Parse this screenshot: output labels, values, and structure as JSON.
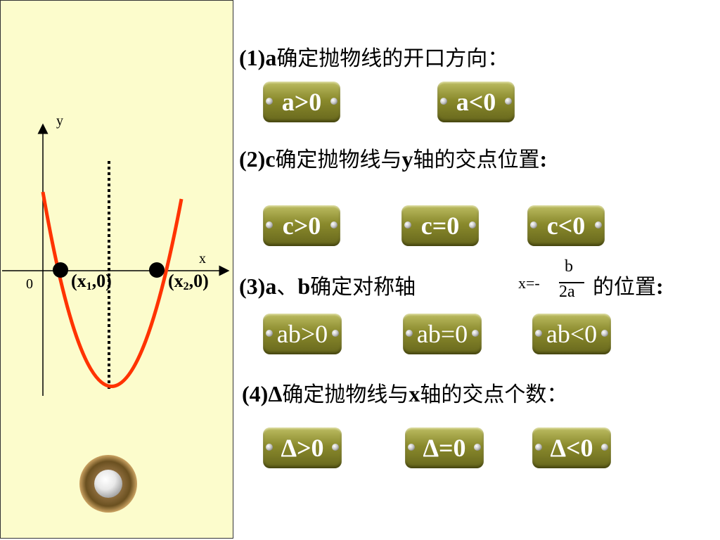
{
  "graph": {
    "y_axis_label": "y",
    "x_axis_label": "x",
    "origin_label": "0",
    "point1": {
      "open": "(x",
      "sub": "1",
      "close": ",0)"
    },
    "point2": {
      "open": "(x",
      "sub": "2",
      "close": ",0)"
    }
  },
  "sections": [
    {
      "heading_num": "(1)",
      "heading_var": "a",
      "heading_text": "确定抛物线的开口方向：",
      "buttons": [
        "a>0",
        "a<0"
      ]
    },
    {
      "heading_num": "(2)",
      "heading_var": "c",
      "heading_text": "确定抛物线与",
      "heading_var2": "y",
      "heading_text2": "轴的交点位置",
      "heading_end": ":",
      "buttons": [
        "c>0",
        "c=0",
        "c<0"
      ]
    },
    {
      "heading_num": "(3)",
      "heading_var": "a",
      "heading_sep": "、",
      "heading_var2": "b",
      "heading_text": "确定对称轴",
      "heading_text2": "的位置",
      "heading_end": ":",
      "buttons": [
        "ab>0",
        "ab=0",
        "ab<0"
      ]
    },
    {
      "heading_num": "(4)",
      "heading_var": "Δ",
      "heading_text": "确定抛物线与",
      "heading_var2": "x",
      "heading_text2": "轴的交点个数：",
      "buttons": [
        "Δ>0",
        "Δ=0",
        "Δ<0"
      ]
    }
  ],
  "formula": {
    "lhs": "x=-",
    "numerator": "b",
    "denominator": "2a"
  },
  "colors": {
    "panel": "#fcfccc",
    "curve": "#ff3300",
    "button": "#8a8a2c"
  }
}
